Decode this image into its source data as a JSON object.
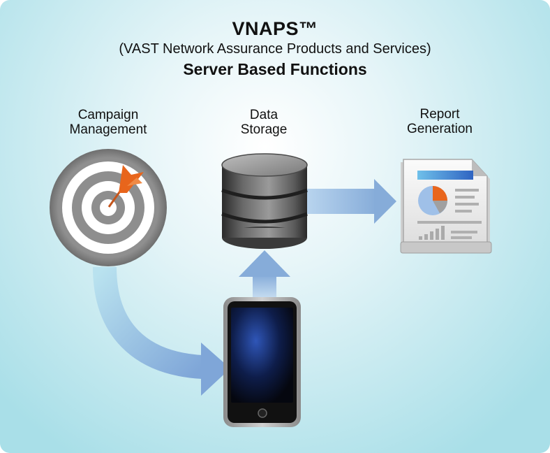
{
  "header": {
    "title": "VNAPS™",
    "subtitle": "(VAST Network Assurance Products and Services)",
    "subtitle2": "Server Based Functions"
  },
  "nodes": {
    "campaign": {
      "line1": "Campaign",
      "line2": "Management",
      "icon": "target-dart-icon"
    },
    "storage": {
      "line1": "Data",
      "line2": "Storage",
      "icon": "database-icon"
    },
    "report": {
      "line1": "Report",
      "line2": "Generation",
      "icon": "report-document-icon"
    },
    "device": {
      "icon": "smartphone-icon"
    }
  },
  "colors": {
    "background_center": "#ffffff",
    "background_edge": "#a9dfe8",
    "arrow": "#8fb5dd",
    "dart": "#e8651c",
    "report_header_bar": "#3b78c8"
  }
}
